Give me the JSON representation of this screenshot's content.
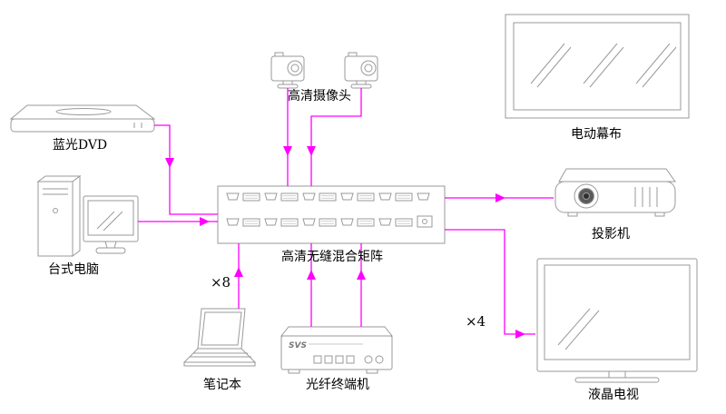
{
  "diagram": {
    "labels": {
      "bluray": "蓝光DVD",
      "desktop": "台式电脑",
      "camera": "高清摄像头",
      "screen": "电动幕布",
      "matrix": "高清无缝混合矩阵",
      "projector": "投影机",
      "laptop": "笔记本",
      "fiber": "光纤终端机",
      "tv": "液晶电视"
    },
    "annotations": {
      "laptop_count": "×8",
      "tv_count": "×4"
    },
    "device_text": {
      "fiber_brand": "SVS"
    },
    "colors": {
      "connection_line": "#FF00FF",
      "device_outline": "#9A9A9A",
      "label_text": "#000000",
      "background": "#FFFFFF"
    }
  }
}
